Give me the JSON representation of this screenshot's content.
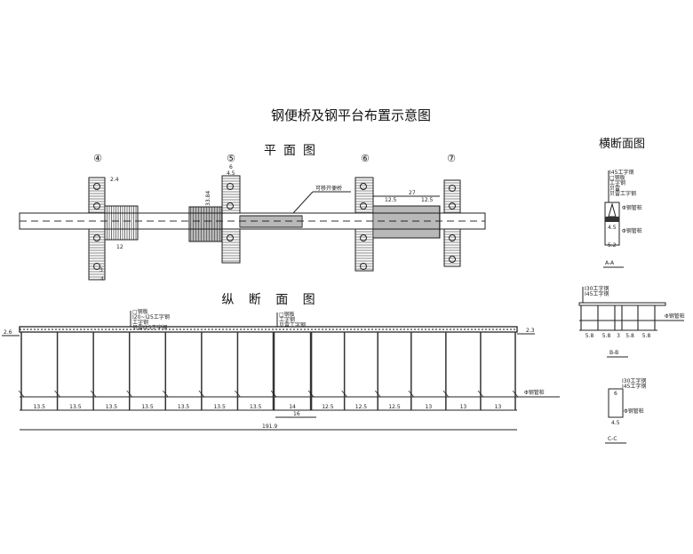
{
  "title": "钢便桥及钢平台布置示意图",
  "plan": {
    "heading": "平面图",
    "piers": [
      "④",
      "⑤",
      "⑥",
      "⑦"
    ],
    "movable_bridge_label": "可移开便桥",
    "dims": {
      "d27": "27",
      "d125a": "12.5",
      "d125b": "12.5",
      "d24": "2.4",
      "d12": "12",
      "d3": "3",
      "d4": "4",
      "d6": "6",
      "d45": "4.5",
      "d3384": "33.84"
    }
  },
  "profile": {
    "heading": "纵 断 面 图",
    "left_elev": "2.6",
    "right_elev": "2.3",
    "spans": [
      "13.5",
      "13.5",
      "13.5",
      "13.5",
      "13.5",
      "13.5",
      "13.5",
      "14",
      "12.5",
      "12.5",
      "12.5",
      "13",
      "13",
      "13"
    ],
    "sub_dim": "16",
    "total": "191.9",
    "note_left": [
      "□钢板",
      "I20~I25工字钢",
      "工字钢",
      "贝雷I25工字钢"
    ],
    "note_right": "Φ钢管桩",
    "note_mid": [
      "□钢板",
      "工字钢",
      "贝雷工字钢"
    ]
  },
  "sections": {
    "heading": "横断面图",
    "aa": {
      "label": "A-A",
      "w1": "4.5",
      "w2": "5.2",
      "notes": [
        "I45工字钢",
        "□钢板",
        "工字钢",
        "贝雷",
        "贝雷工字钢"
      ],
      "pile": "Φ钢管桩"
    },
    "bb": {
      "label": "B-B",
      "notes": [
        "I30工字钢",
        "I45工字钢"
      ],
      "spans": [
        "5.8",
        "5.8",
        "3",
        "5.8",
        "5.8"
      ],
      "pile": "Φ钢管桩"
    },
    "cc": {
      "label": "C-C",
      "w1": "6",
      "w2": "4.5",
      "notes": [
        "I30工字钢",
        "I45工字钢"
      ],
      "pile": "Φ钢管桩"
    }
  }
}
